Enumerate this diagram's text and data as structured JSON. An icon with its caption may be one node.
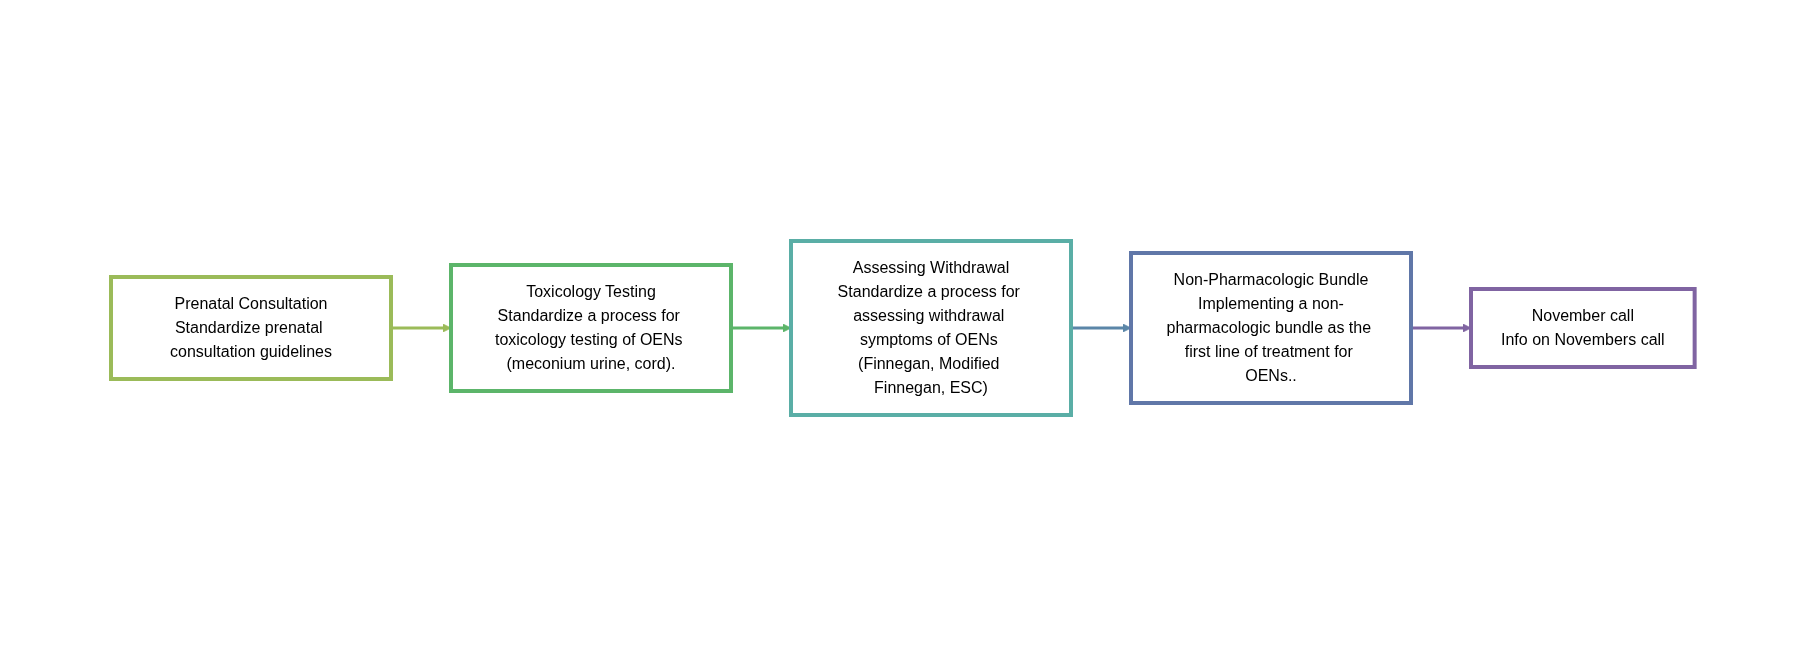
{
  "diagram": {
    "nodes": [
      {
        "text": [
          "Prenatal Consultation",
          "Standardize prenatal consultation guidelines"
        ]
      },
      {
        "text": [
          "Toxicology Testing",
          "Standardize a process for toxicology testing of OENs (meconium urine, cord)."
        ]
      },
      {
        "text": [
          "Assessing Withdrawal",
          "Standardize a process for assessing withdrawal symptoms of OENs (Finnegan, Modified Finnegan, ESC)"
        ]
      },
      {
        "text": [
          "Non-Pharmacologic Bundle",
          "Implementing a non-pharmacologic bundle as the first line of treatment for OENs.."
        ]
      },
      {
        "text": [
          "November call",
          "Info on Novembers call"
        ]
      }
    ],
    "edges": [
      {
        "from": 0,
        "to": 1,
        "arrow": "to",
        "color": "#9bbb59"
      },
      {
        "from": 1,
        "to": 2,
        "arrow": "to",
        "color": "#5cb56a"
      },
      {
        "from": 2,
        "to": 3,
        "arrow": "to",
        "color": "#5b86a8"
      },
      {
        "from": 3,
        "to": 4,
        "arrow": "to",
        "color": "#8064a2"
      }
    ]
  }
}
